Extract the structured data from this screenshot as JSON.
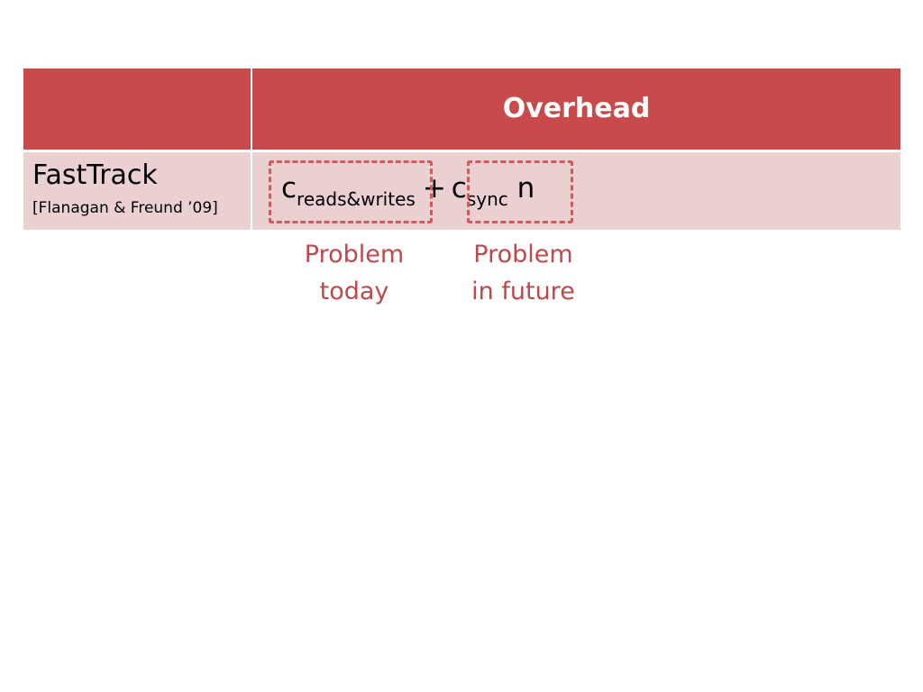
{
  "table": {
    "header": {
      "col1": "",
      "col2": "Overhead"
    },
    "row": {
      "name": "FastTrack",
      "citation": "[Flanagan & Freund ’09]",
      "formula": {
        "term1_base": "c",
        "term1_sub": "reads&writes",
        "operator": "+",
        "term2_base": "c",
        "term2_sub": "sync",
        "term2_factor": "n"
      }
    }
  },
  "annotations": {
    "left": {
      "line1": "Problem",
      "line2": "today"
    },
    "right": {
      "line1": "Problem",
      "line2": "in future"
    }
  },
  "colors": {
    "header_bg": "#c84a4a",
    "row_bg": "#ebd0d1",
    "dash_border": "#d8575b",
    "annotation_text": "#c0474b"
  }
}
